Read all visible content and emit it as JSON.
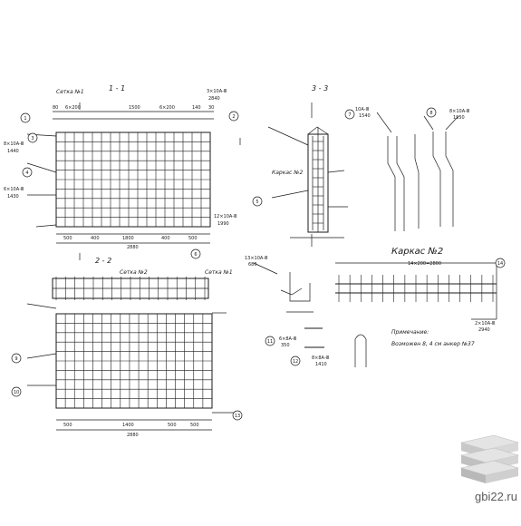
{
  "drawing": {
    "section_1_1": "1 - 1",
    "section_2_2": "2 - 2",
    "section_3_3": "3 - 3",
    "setka_1": "Сетка №1",
    "setka_2": "Сетка №2",
    "setka_1_alt": "Сетка №1",
    "karkas_2": "Каркас №2",
    "karkas_2_small": "Каркас №2",
    "karkas_note": "14×200=2800",
    "note_title": "Примечание:",
    "note_body": "Возможен 8, 4 см анкер №37",
    "dims_top": [
      "80",
      "6×200",
      "1500",
      "6×200",
      "140",
      "30"
    ],
    "dims_bottom": [
      "500",
      "400",
      "1800",
      "400",
      "500"
    ],
    "overall_1": "2880",
    "overall_2": "2880",
    "dims_bottom2": [
      "500",
      "1400",
      "500",
      "500"
    ],
    "rebar_labels": [
      "3×10А-Ⅲ",
      "2840",
      "8×10А-Ⅲ",
      "1440",
      "6×10А-Ⅲ",
      "1430",
      "12×10А-Ⅲ",
      "1990",
      "10А-Ⅲ",
      "1540",
      "8×10А-Ⅲ",
      "1950",
      "13×10А-Ⅲ",
      "680",
      "2×10А-Ⅲ",
      "2940",
      "6×8А-Ⅲ",
      "350",
      "8×8А-Ⅲ",
      "1410"
    ],
    "circles": [
      "1",
      "2",
      "3",
      "4",
      "5",
      "6",
      "7",
      "8",
      "9",
      "10",
      "11",
      "12",
      "13",
      "14"
    ]
  },
  "watermark": {
    "site": "gbi22.ru",
    "logo_icon": "stacked-slabs-icon"
  }
}
